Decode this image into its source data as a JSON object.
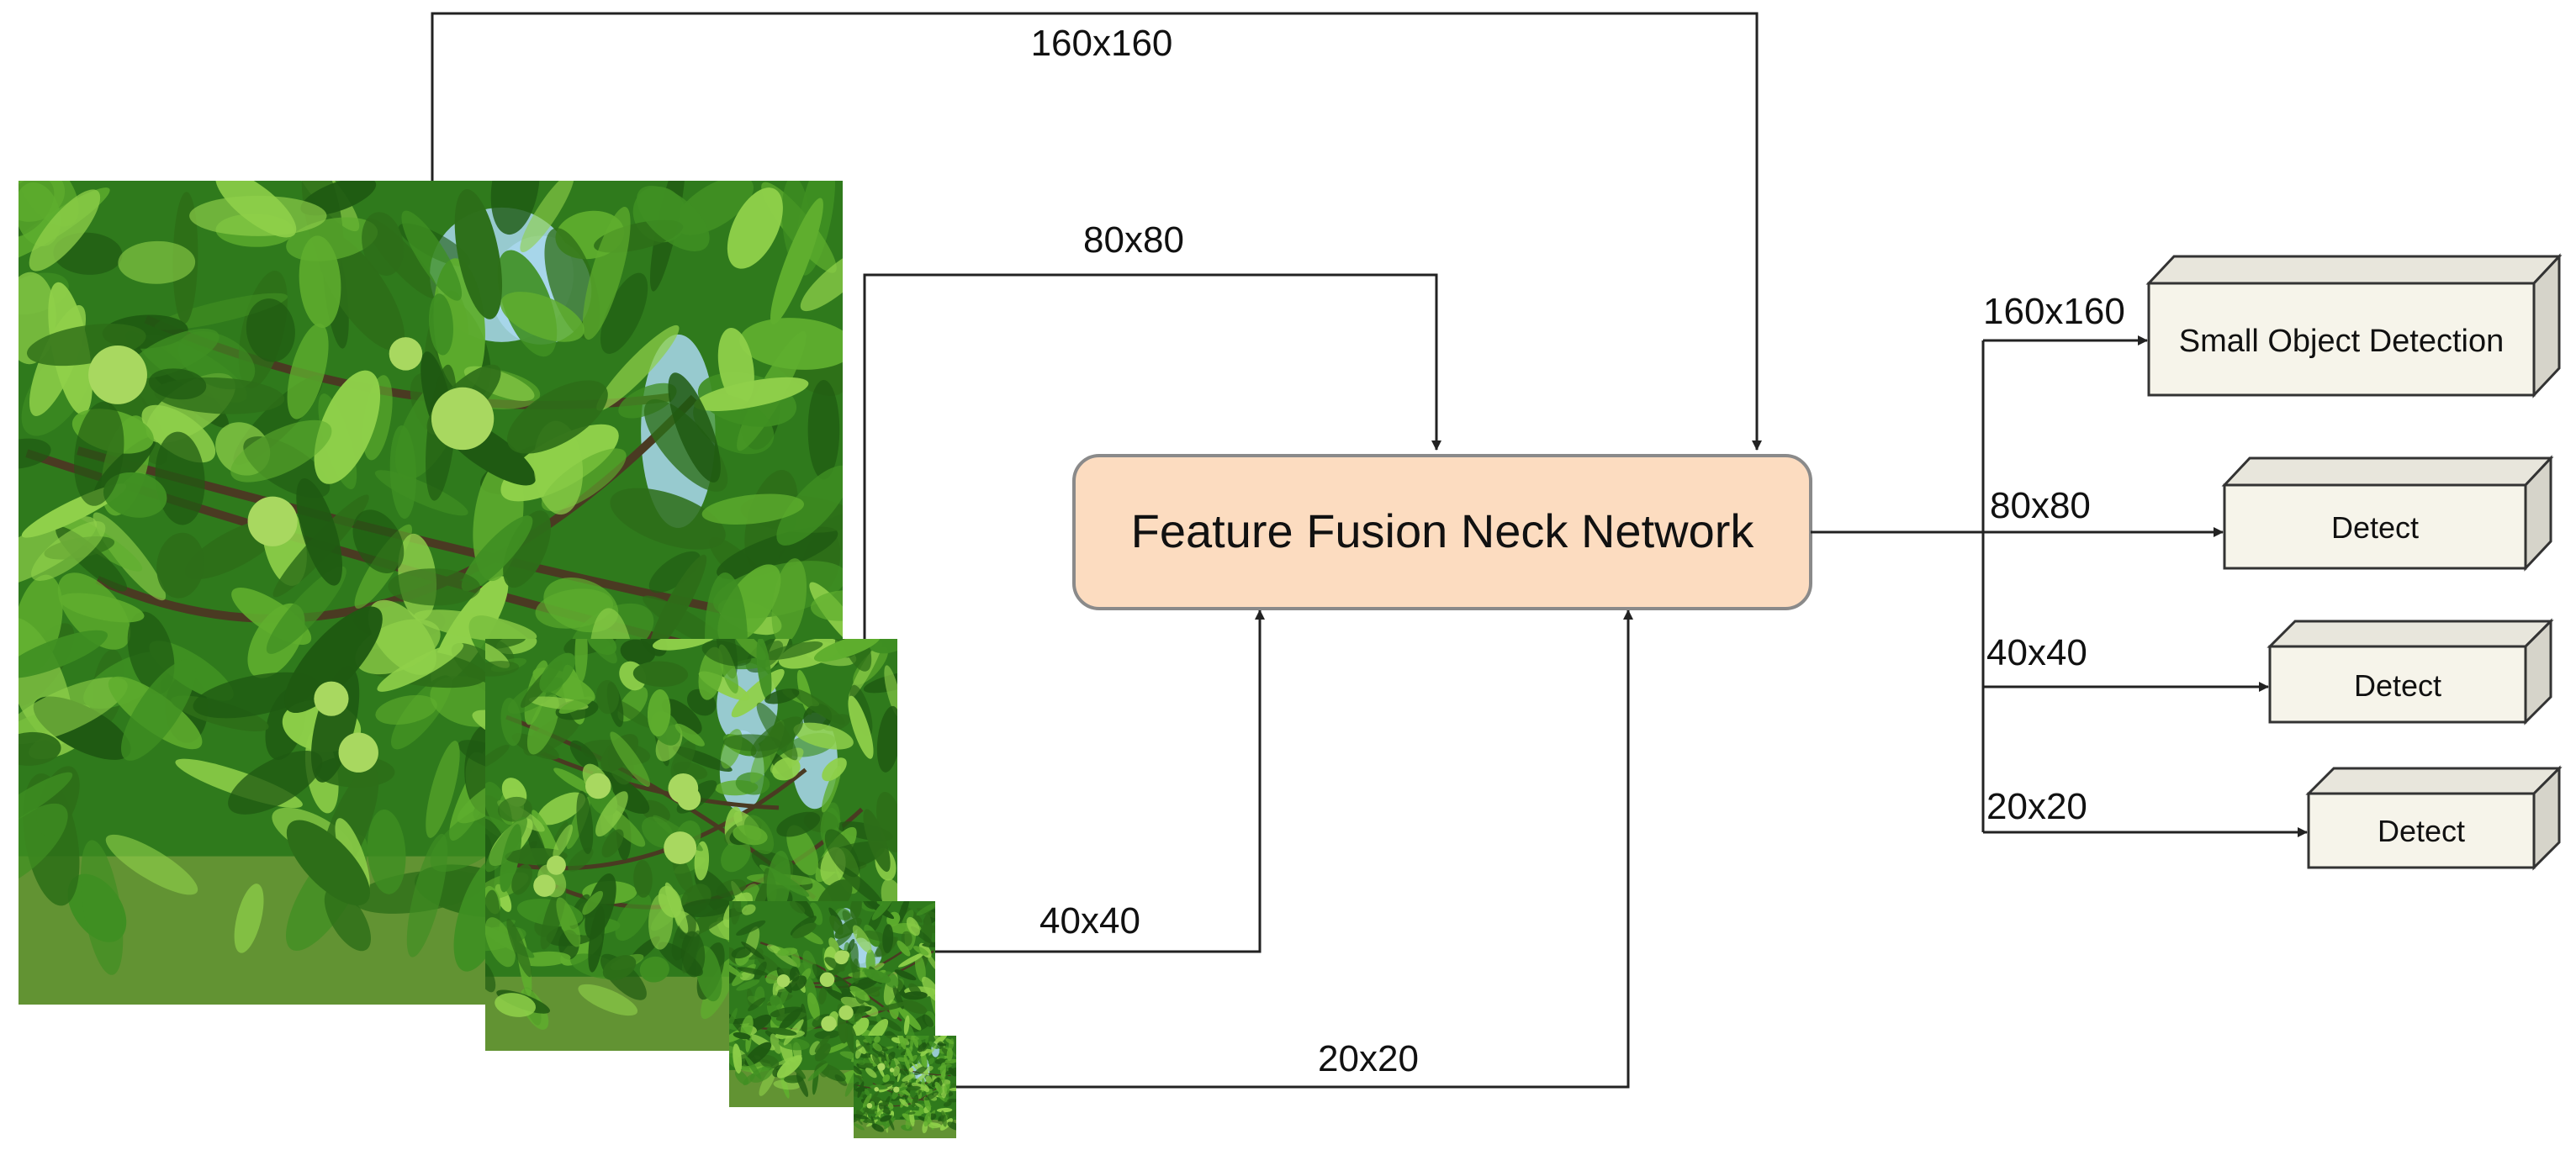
{
  "input_scales": [
    {
      "label": "160x160"
    },
    {
      "label": "80x80"
    },
    {
      "label": "40x40"
    },
    {
      "label": "20x20"
    }
  ],
  "neck": {
    "label": "Feature Fusion Neck Network",
    "fill": "#fcdcc0",
    "stroke": "#8a8a8a"
  },
  "outputs": [
    {
      "scale": "160x160",
      "head": "Small Object Detection"
    },
    {
      "scale": "80x80",
      "head": "Detect"
    },
    {
      "scale": "40x40",
      "head": "Detect"
    },
    {
      "scale": "20x20",
      "head": "Detect"
    }
  ],
  "colors": {
    "box_front": "#f6f4ea",
    "box_top": "#e8e6dc",
    "box_side": "#d6d4ca",
    "box_stroke": "#333333",
    "foliage_dark": "#1f5a12",
    "foliage_mid": "#3f8f22",
    "foliage_light": "#8fd04a",
    "sky": "#a9d8ee",
    "ground": "#6f9a3a"
  }
}
